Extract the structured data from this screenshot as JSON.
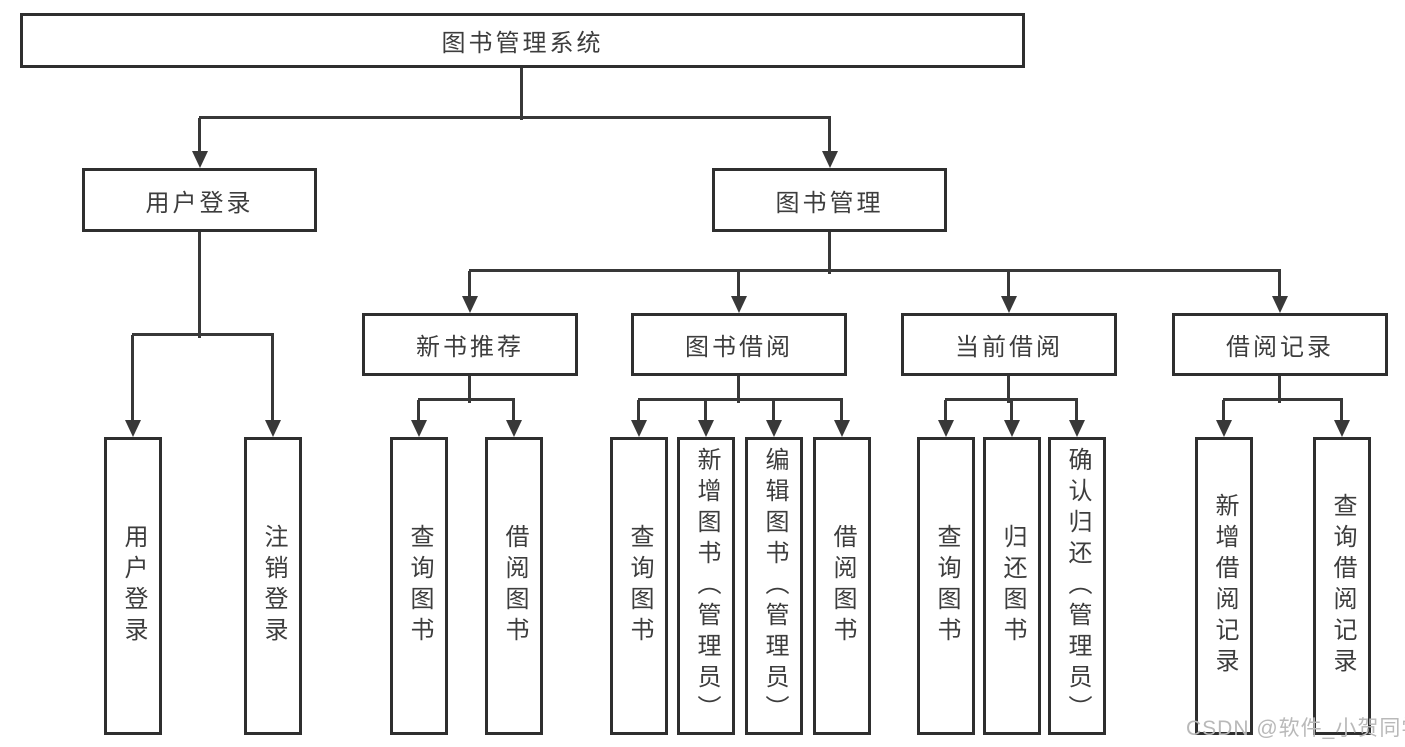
{
  "tree": {
    "root": {
      "label": "图书管理系统"
    },
    "branches": [
      {
        "label": "用户登录",
        "leaves": [
          "用户登录",
          "注销登录"
        ]
      },
      {
        "label": "图书管理",
        "children": [
          {
            "label": "新书推荐",
            "leaves": [
              "查询图书",
              "借阅图书"
            ]
          },
          {
            "label": "图书借阅",
            "leaves": [
              "查询图书",
              "新增图书（管理员）",
              "编辑图书（管理员）",
              "借阅图书"
            ]
          },
          {
            "label": "当前借阅",
            "leaves": [
              "查询图书",
              "归还图书",
              "确认归还（管理员）"
            ]
          },
          {
            "label": "借阅记录",
            "leaves": [
              "新增借阅记录",
              "查询借阅记录"
            ]
          }
        ]
      }
    ]
  },
  "colors": {
    "line": "#383838",
    "border": "#2f2f2f",
    "text": "#3d3d3d",
    "watermark": "#b9b9b9"
  },
  "watermark": {
    "text": "CSDN @软件_小贺同学"
  }
}
